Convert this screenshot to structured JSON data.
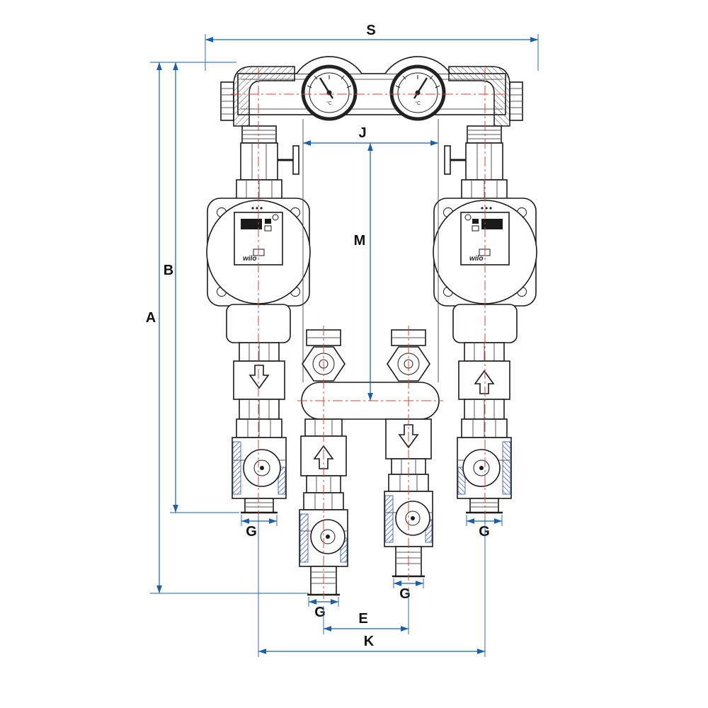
{
  "drawing": {
    "dimensions": {
      "S": "S",
      "A": "A",
      "B": "B",
      "J": "J",
      "M": "M",
      "E": "E",
      "K": "K",
      "G_left": "G",
      "G_mid_left": "G",
      "G_mid_right": "G",
      "G_right": "G"
    },
    "pump": {
      "brand": "wilo"
    },
    "gauges": {
      "unit": "°C"
    },
    "flow_arrows": {
      "left_branch": "down",
      "mid_left_branch": "up",
      "mid_right_branch": "down",
      "right_branch": "up"
    },
    "colors": {
      "outline": "#1a1a1a",
      "dimension": "#1b5fa8",
      "centerline": "#cf4a3a",
      "seal_hatch": "#2d4f9e",
      "background": "#ffffff"
    }
  }
}
